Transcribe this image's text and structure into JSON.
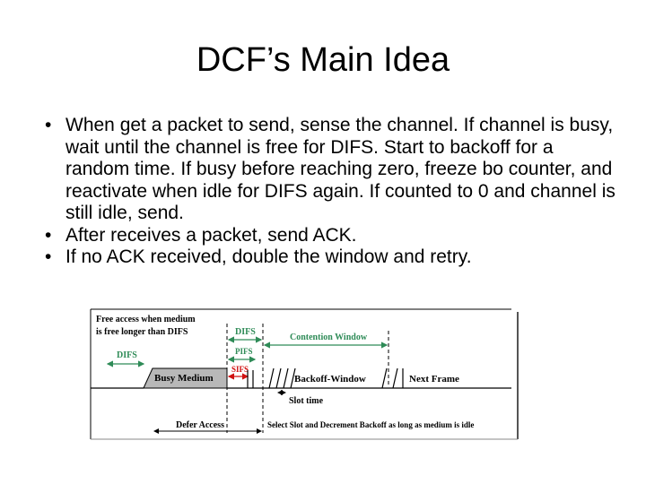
{
  "slide": {
    "title": "DCF’s Main Idea",
    "bullets": [
      "When get a packet to send, sense the channel. If channel is busy, wait until the channel is free for DIFS. Start to backoff for a random time. If busy before reaching zero, freeze bo counter, and reactivate when idle for DIFS again. If counted to 0 and channel is still idle, send.",
      "After receives a packet, send ACK.",
      "If  no ACK received, double the window and retry."
    ]
  },
  "diagram": {
    "free_access_line1": "Free access when medium",
    "free_access_line2": "is free longer than DIFS",
    "difs_top": "DIFS",
    "difs_left": "DIFS",
    "pifs": "PIFS",
    "sifs": "SIFS",
    "contention_window": "Contention Window",
    "busy_medium": "Busy Medium",
    "backoff_window": "Backoff-Window",
    "next_frame": "Next Frame",
    "slot_time": "Slot time",
    "defer_access": "Defer Access",
    "select_slot": "Select Slot and Decrement Backoff as long as medium is idle",
    "colors": {
      "green": "#2e8b57",
      "red": "#d01010",
      "busy_fill": "#b8b8b8"
    }
  }
}
